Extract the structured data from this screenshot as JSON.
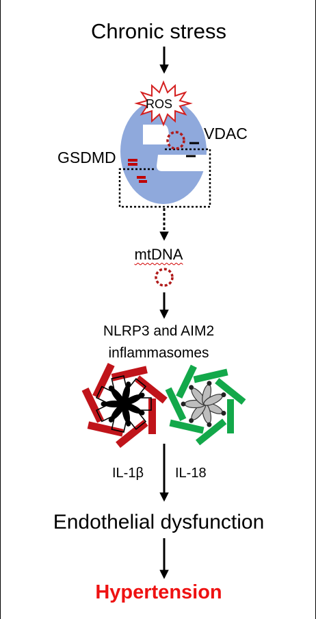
{
  "nodes": {
    "chronic_stress": "Chronic stress",
    "ros": "ROS",
    "vdac": "VDAC",
    "gsdmd": "GSDMD",
    "mtdna": "mtDNA",
    "inflammasomes_line1": "NLRP3 and AIM2",
    "inflammasomes_line2": "inflammasomes",
    "il1b": "IL-1β",
    "il18": "IL-18",
    "endothelial_dysfunction": "Endothelial dysfunction",
    "hypertension": "Hypertension"
  },
  "colors": {
    "mitochondrion": "#8fa9dc",
    "ros_star": "#d42020",
    "mtdna_circle": "#b01a1a",
    "gsdmd_marks": "#c00000",
    "nlrp3_arms": "#c0141a",
    "aim2_arms": "#13a84a",
    "nlrp3_core": "#000000",
    "aim2_core": "#bdbdbd",
    "hypertension_text": "#ee1111"
  }
}
